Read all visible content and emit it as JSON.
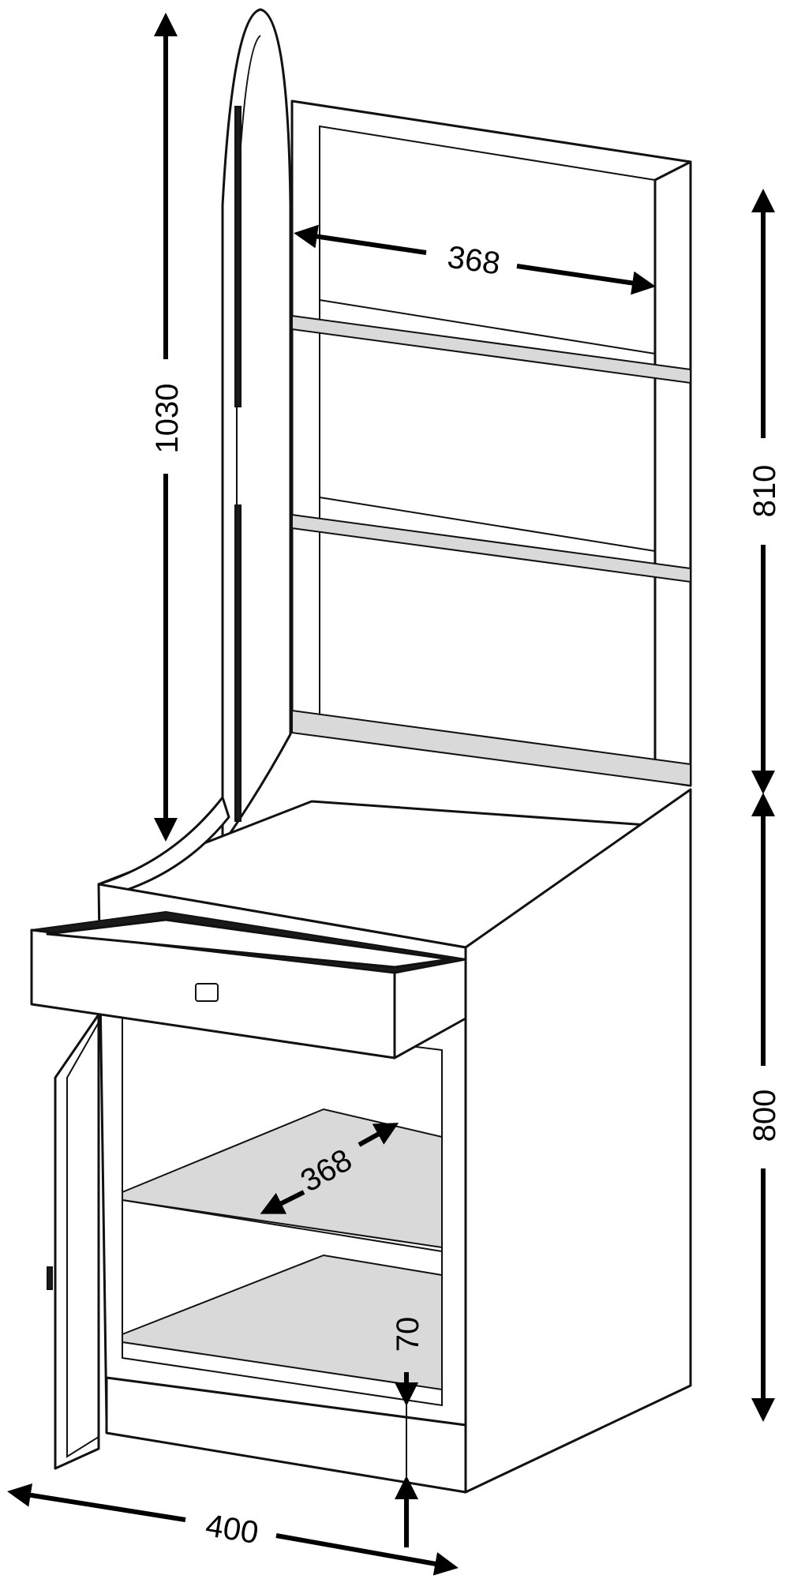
{
  "dimensions": {
    "total_height": "1030",
    "inner_width_top": "368",
    "top_unit_height": "810",
    "bottom_unit_height": "800",
    "inner_depth_shelf": "368",
    "plinth_height": "70",
    "overall_width": "400"
  },
  "colors": {
    "line": "#111111",
    "background": "#ffffff",
    "shade": "#d9d9d9"
  }
}
